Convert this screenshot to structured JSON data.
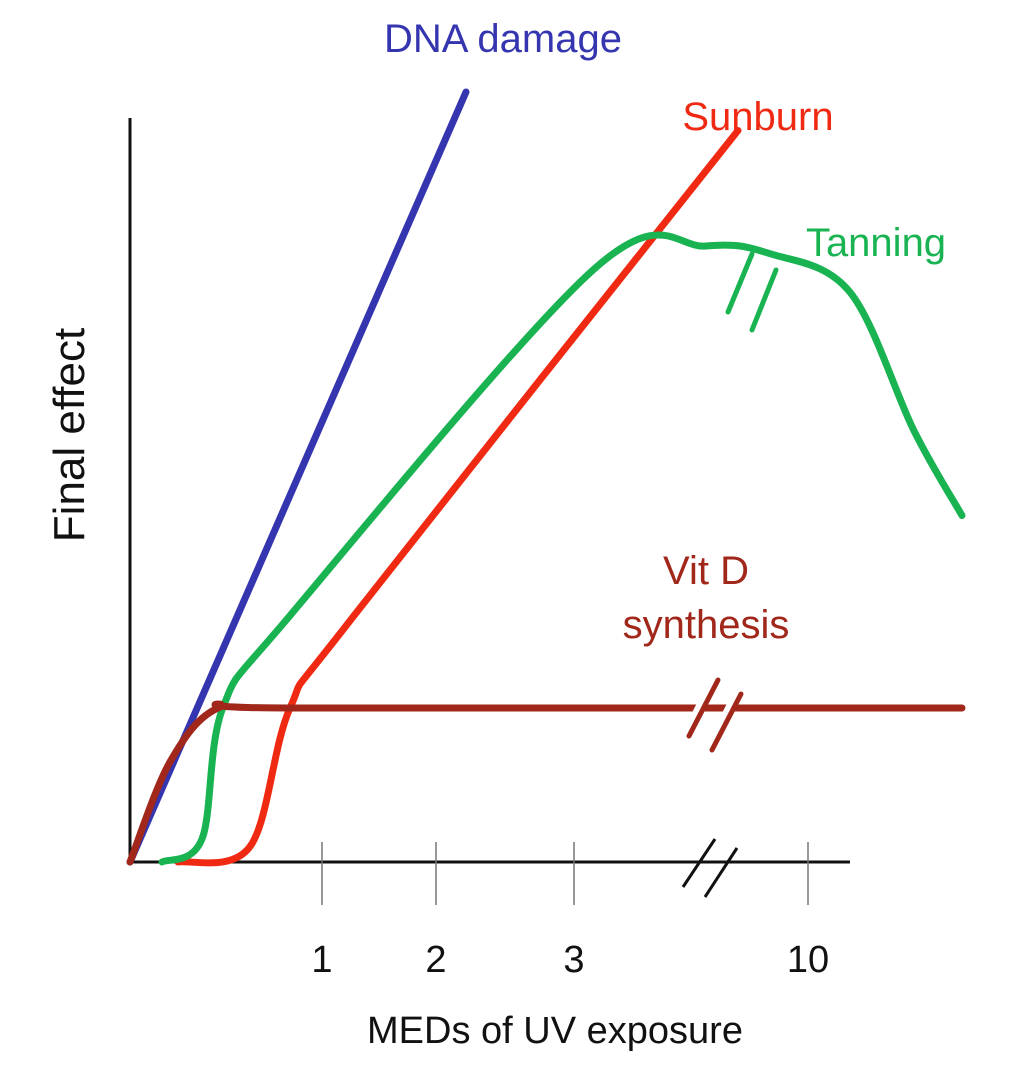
{
  "chart_data": {
    "type": "line",
    "xlabel": "MEDs of UV exposure",
    "ylabel": "Final effect",
    "x_ticks": [
      "1",
      "2",
      "3",
      "10"
    ],
    "x_axis_break": true,
    "series": [
      {
        "name": "DNA damage",
        "color": "#3535b0",
        "points": [
          [
            0,
            0
          ],
          [
            2.1,
            1.0
          ]
        ]
      },
      {
        "name": "Sunburn",
        "label_lines": [
          "Sunburn"
        ],
        "color": "#f02a12",
        "points": [
          [
            0.3,
            0
          ],
          [
            0.75,
            0.02
          ],
          [
            1.0,
            0.2
          ],
          [
            1.4,
            0.32
          ],
          [
            3.8,
            0.95
          ]
        ]
      },
      {
        "name": "Tanning",
        "label_lines": [
          "Tanning"
        ],
        "color": "#19b352",
        "break_marks": true,
        "points": [
          [
            0.2,
            0
          ],
          [
            0.45,
            0.03
          ],
          [
            0.58,
            0.2
          ],
          [
            1.0,
            0.32
          ],
          [
            2.9,
            0.77
          ],
          [
            3.6,
            0.8
          ],
          [
            4.0,
            0.79
          ],
          [
            4.5,
            0.74
          ],
          [
            4.9,
            0.56
          ],
          [
            5.2,
            0.45
          ]
        ]
      },
      {
        "name": "Vit D synthesis",
        "label_lines": [
          "Vit D",
          "synthesis"
        ],
        "color": "#a0271a",
        "break_marks": true,
        "points": [
          [
            0,
            0
          ],
          [
            0.25,
            0.13
          ],
          [
            0.55,
            0.2
          ],
          [
            1.0,
            0.2
          ],
          [
            5.2,
            0.2
          ]
        ]
      }
    ]
  }
}
